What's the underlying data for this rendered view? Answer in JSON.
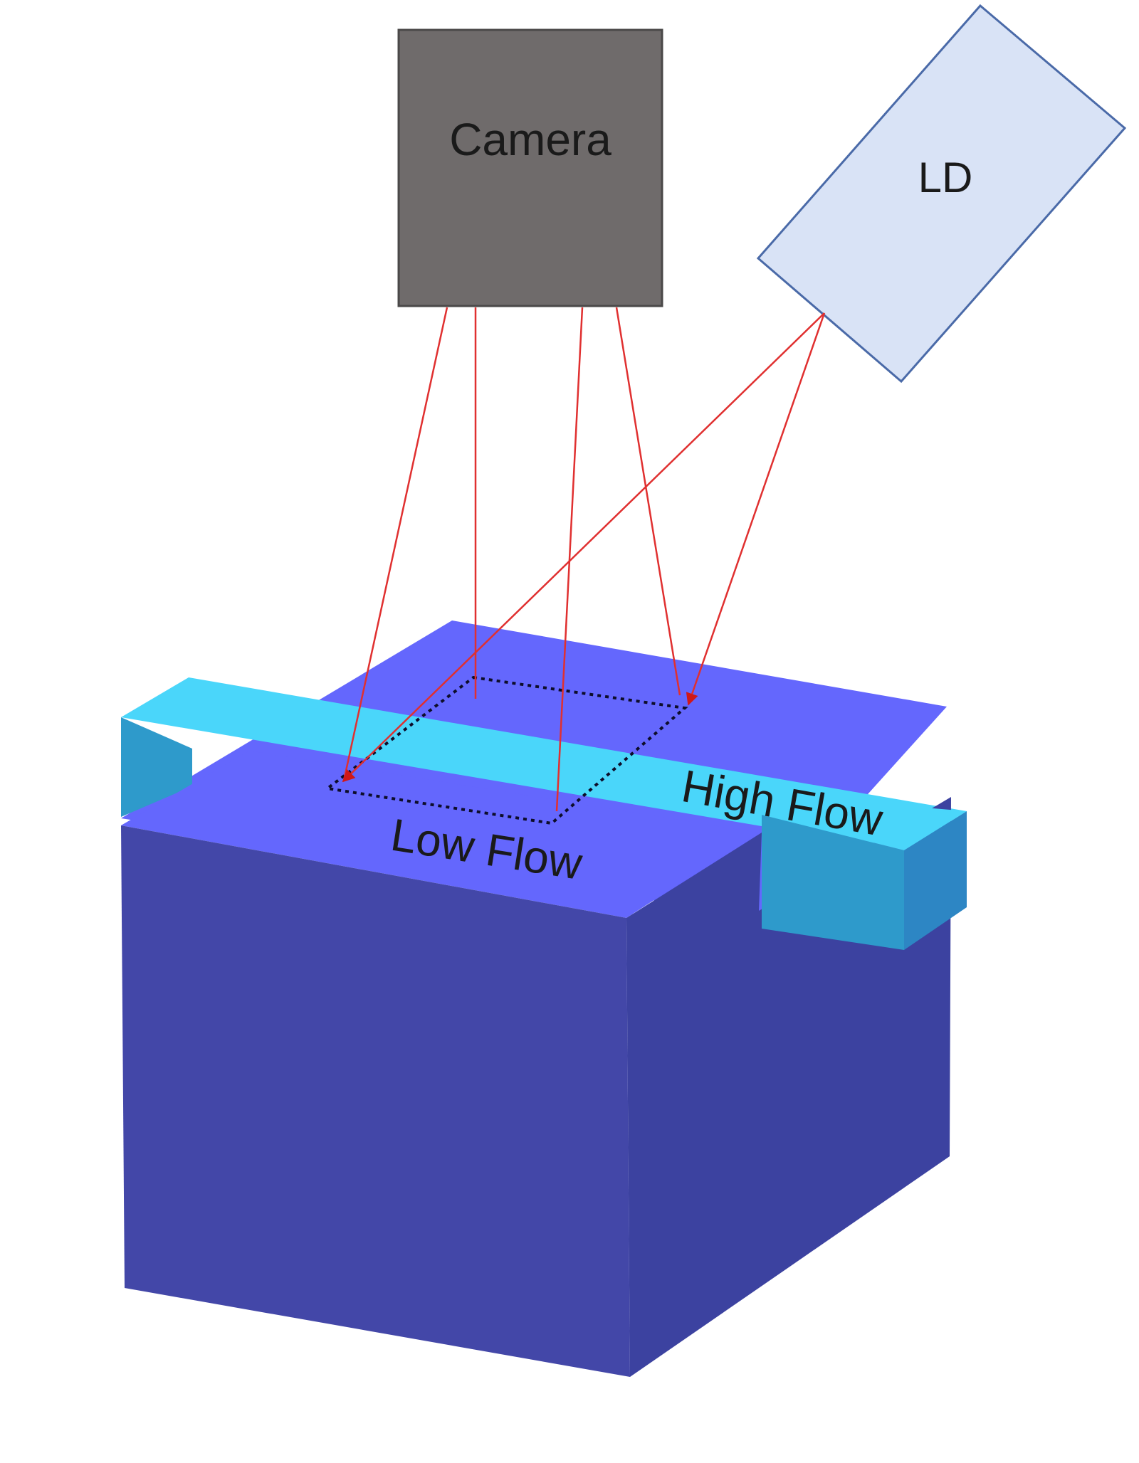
{
  "labels": {
    "camera": "Camera",
    "laser_diode": "LD",
    "high_flow": "High Flow",
    "low_flow": "Low Flow"
  },
  "colors": {
    "background": "#ffffff",
    "camera_fill": "#6f6b6b",
    "camera_border": "#4a4848",
    "ld_fill": "#d9e3f6",
    "ld_border": "#4a6aa8",
    "block_top": "#6467fd",
    "block_front": "#4347a8",
    "block_side": "#3c42a0",
    "vessel_top": "#4ad6fa",
    "vessel_front": "#2e9acb",
    "vessel_side": "#2d86c4",
    "beam": "#e02020",
    "roi_outline": "#0d0d2a"
  }
}
